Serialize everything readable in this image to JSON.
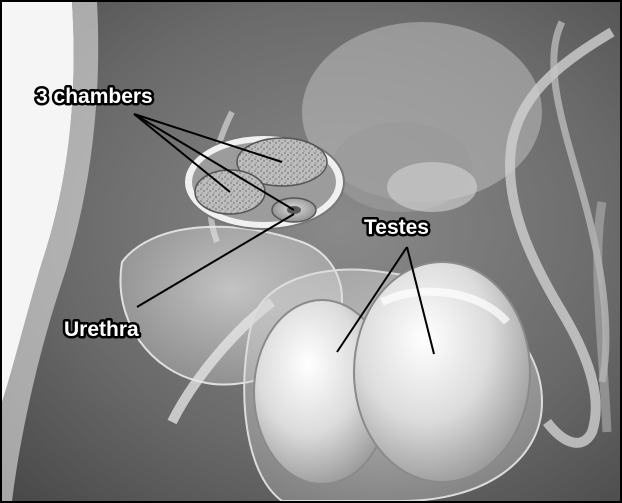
{
  "labels": {
    "chambers": "3 chambers",
    "testes": "Testes",
    "urethra": "Urethra"
  },
  "colors": {
    "tissue_dark": "#5a5a5a",
    "tissue_light": "#e6e6e6",
    "line": "#000000"
  }
}
